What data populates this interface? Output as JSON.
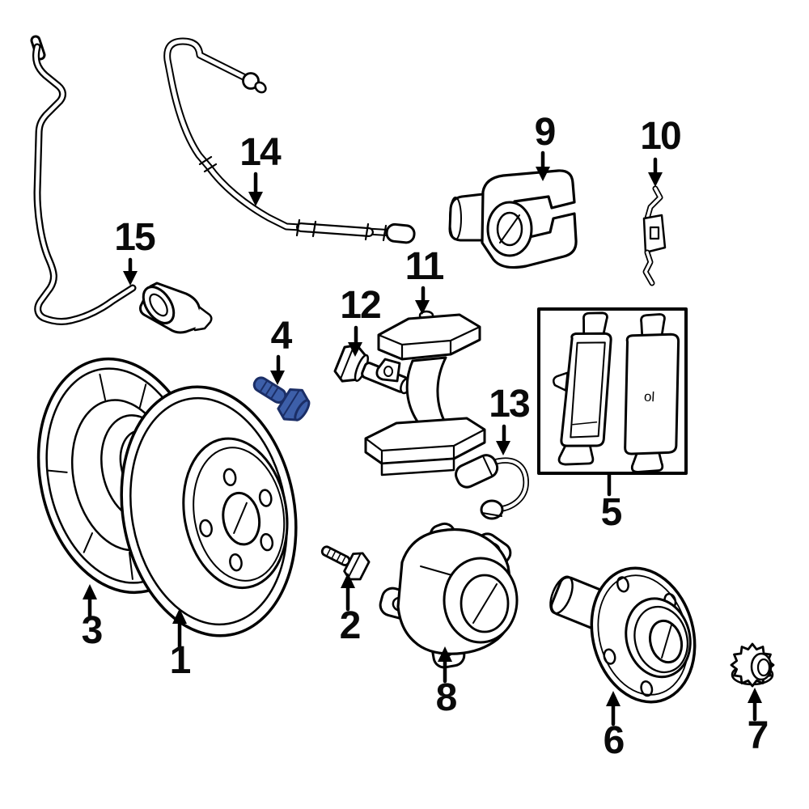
{
  "canvas": {
    "background": "#ffffff",
    "line_color": "#000000"
  },
  "highlight": {
    "part_number": "4",
    "fill": "#3d5fa9",
    "stroke": "#1b2e66"
  },
  "pad_marking": "ol",
  "callouts": [
    {
      "number": "1",
      "arrow": "up"
    },
    {
      "number": "2",
      "arrow": "up"
    },
    {
      "number": "3",
      "arrow": "up"
    },
    {
      "number": "4",
      "arrow": "down"
    },
    {
      "number": "5",
      "arrow": "line"
    },
    {
      "number": "6",
      "arrow": "up"
    },
    {
      "number": "7",
      "arrow": "up"
    },
    {
      "number": "8",
      "arrow": "up"
    },
    {
      "number": "9",
      "arrow": "down"
    },
    {
      "number": "10",
      "arrow": "down"
    },
    {
      "number": "11",
      "arrow": "down"
    },
    {
      "number": "12",
      "arrow": "down"
    },
    {
      "number": "13",
      "arrow": "down"
    },
    {
      "number": "14",
      "arrow": "down"
    },
    {
      "number": "15",
      "arrow": "down"
    }
  ]
}
